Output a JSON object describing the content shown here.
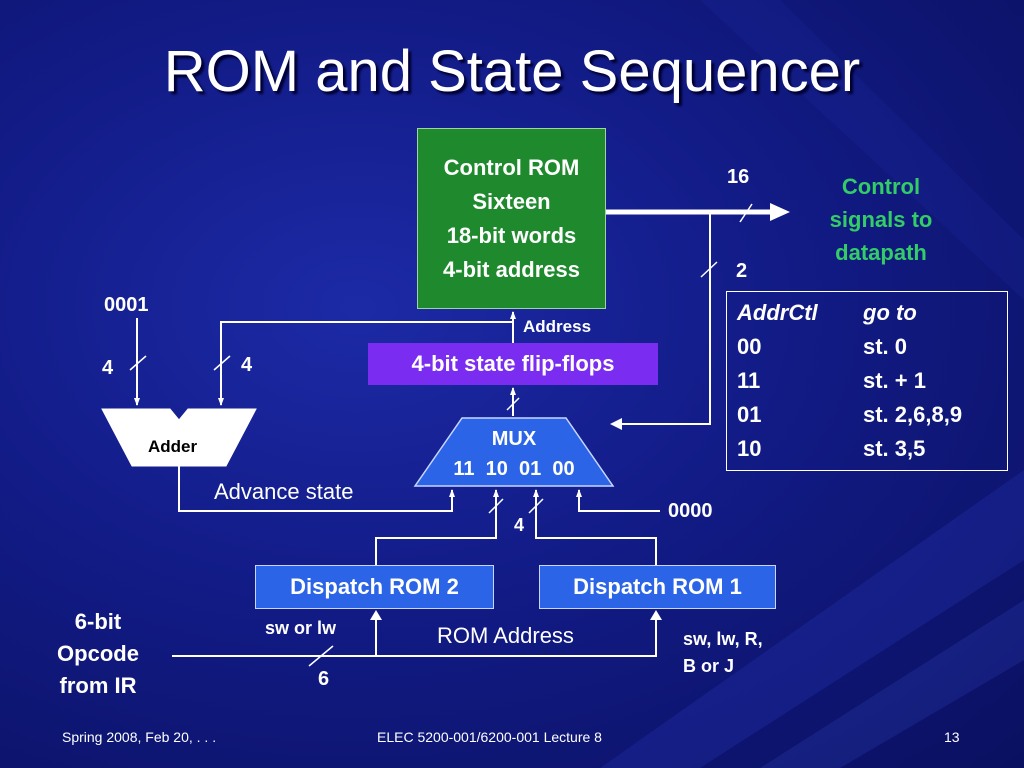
{
  "slide": {
    "title": "ROM and State Sequencer",
    "footer_left": "Spring 2008, Feb 20, . . .",
    "footer_center": "ELEC 5200-001/6200-001 Lecture 8",
    "page_number": "13"
  },
  "control_rom": {
    "lines": [
      "Control ROM",
      "Sixteen",
      "18-bit words",
      "4-bit address"
    ]
  },
  "flip_flops": {
    "label": "4-bit state flip-flops"
  },
  "mux": {
    "label": "MUX",
    "inputs": "11  10  01  00"
  },
  "adder": {
    "label": "Adder"
  },
  "dispatch_rom_2": {
    "label": "Dispatch ROM 2",
    "note": "sw or lw"
  },
  "dispatch_rom_1": {
    "label": "Dispatch ROM 1",
    "note_line1": "sw, lw, R,",
    "note_line2": "B or J"
  },
  "control_signals": {
    "line1": "Control",
    "line2": "signals to",
    "line3": "datapath"
  },
  "labels": {
    "bus_16": "16",
    "bus_2": "2",
    "address": "Address",
    "constant_0001": "0001",
    "adder_in_left": "4",
    "adder_in_right": "4",
    "advance_state": "Advance state",
    "constant_0000": "0000",
    "mux_dispatch_width": "4",
    "rom_address": "ROM Address",
    "opcode_width": "6",
    "opcode_line1": "6-bit",
    "opcode_line2": "Opcode",
    "opcode_line3": "from IR"
  },
  "addr_ctl_table": {
    "header": [
      "AddrCtl",
      "go to"
    ],
    "rows": [
      [
        "00",
        "st. 0"
      ],
      [
        "11",
        "st. + 1"
      ],
      [
        "01",
        "st. 2,6,8,9"
      ],
      [
        "10",
        "st. 3,5"
      ]
    ]
  },
  "colors": {
    "background": "#121b86",
    "control_rom": "#1f8a2d",
    "flip_flops": "#7a2cf0",
    "dispatch_roms": "#2b64e6",
    "control_signals_text": "#33cc66"
  }
}
